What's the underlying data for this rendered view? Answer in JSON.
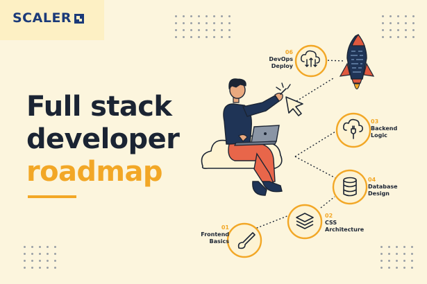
{
  "brand": {
    "name": "SCALER"
  },
  "headline": {
    "line1": "Full stack",
    "line2": "developer",
    "line3": "roadmap"
  },
  "steps": [
    {
      "num": "01",
      "label1": "Frontend",
      "label2": "Basics",
      "icon": "paintbrush-icon"
    },
    {
      "num": "02",
      "label1": "CSS",
      "label2": "Architecture",
      "icon": "layers-icon"
    },
    {
      "num": "03",
      "label1": "Backend",
      "label2": "Logic",
      "icon": "cloud-plug-icon"
    },
    {
      "num": "04",
      "label1": "Database",
      "label2": "Design",
      "icon": "database-icon"
    },
    {
      "num": "06",
      "label1": "DevOps",
      "label2": "Deploy",
      "icon": "cloud-deploy-icon"
    }
  ],
  "colors": {
    "background": "#fcf5dd",
    "navy": "#1b2433",
    "brand_blue": "#1b3a79",
    "accent": "#f2a726",
    "pants": "#e8664a",
    "rocket_red": "#e0593f"
  }
}
